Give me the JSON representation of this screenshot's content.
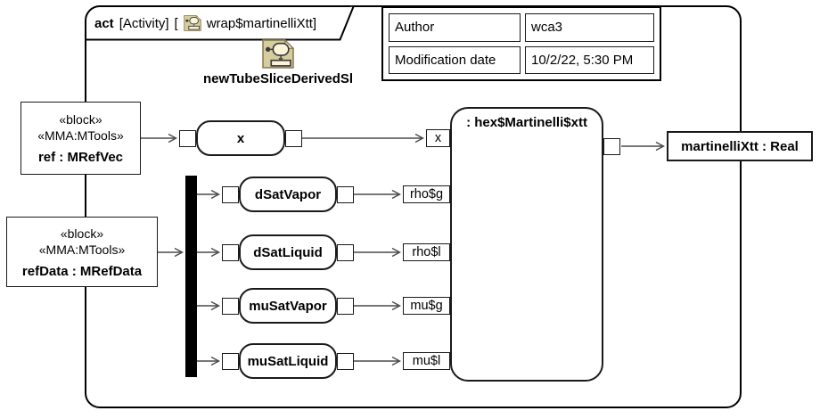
{
  "frame": {
    "keyword": "act",
    "kind": "[Activity]",
    "open_bracket": "[",
    "name": "wrap$martinelliXtt]"
  },
  "doc_table": {
    "rows": [
      {
        "label": "Author",
        "value": "wca3"
      },
      {
        "label": "Modification date",
        "value": "10/2/22, 5:30 PM"
      }
    ]
  },
  "diagram_shortcut": {
    "label": "newTubeSliceDerivedSl"
  },
  "blocks": [
    {
      "stereotype1": "«block»",
      "stereotype2": "«MMA:MTools»",
      "name": "ref : MRefVec"
    },
    {
      "stereotype1": "«block»",
      "stereotype2": "«MMA:MTools»",
      "name": "refData : MRefData"
    }
  ],
  "actions": [
    {
      "name": "x"
    },
    {
      "name": "dSatVapor"
    },
    {
      "name": "dSatLiquid"
    },
    {
      "name": "muSatVapor"
    },
    {
      "name": "muSatLiquid"
    }
  ],
  "call_behavior": {
    "title": ": hex$Martinelli$xtt",
    "input_pins": [
      "x",
      "rho$g",
      "rho$l",
      "mu$g",
      "mu$l"
    ]
  },
  "output_param": {
    "name": "martinelliXtt : Real"
  },
  "colors": {
    "edge": "#4a4a4a",
    "shape_border": "#1a1a1a",
    "icon_bg": "#d6cd9e",
    "icon_border": "#8e8154",
    "icon_inner": "#faf4d8"
  }
}
